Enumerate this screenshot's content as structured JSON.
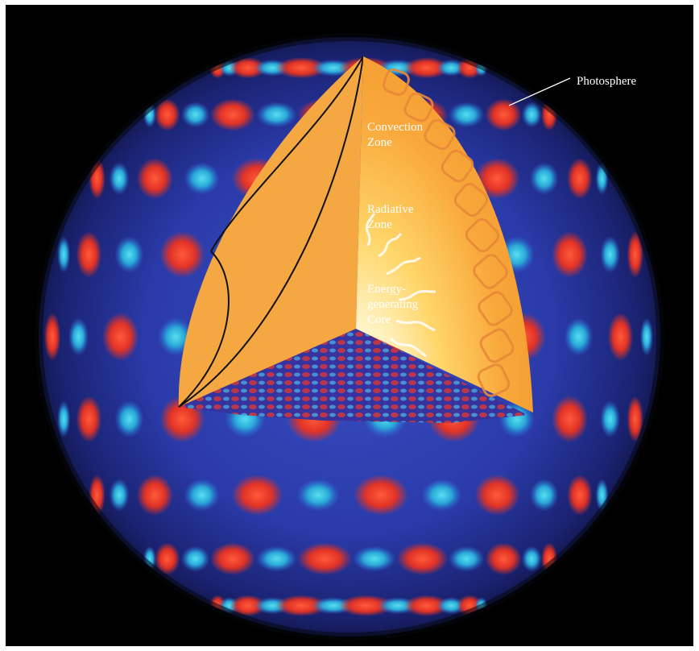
{
  "labels": {
    "photosphere": "Photosphere",
    "convection_line1": "Convection",
    "convection_line2": "Zone",
    "radiative_line1": "Radiative",
    "radiative_line2": "Zone",
    "core_line1": "Energy-",
    "core_line2": "generating",
    "core_line3": "Core"
  },
  "colors": {
    "background": "#000000",
    "sphere_blue": "#1e2f8a",
    "oscillation_red": "#e8382a",
    "oscillation_cyan": "#2fb8d8",
    "cutaway_orange": "#f5a742",
    "core_glow": "#fffbe6"
  }
}
